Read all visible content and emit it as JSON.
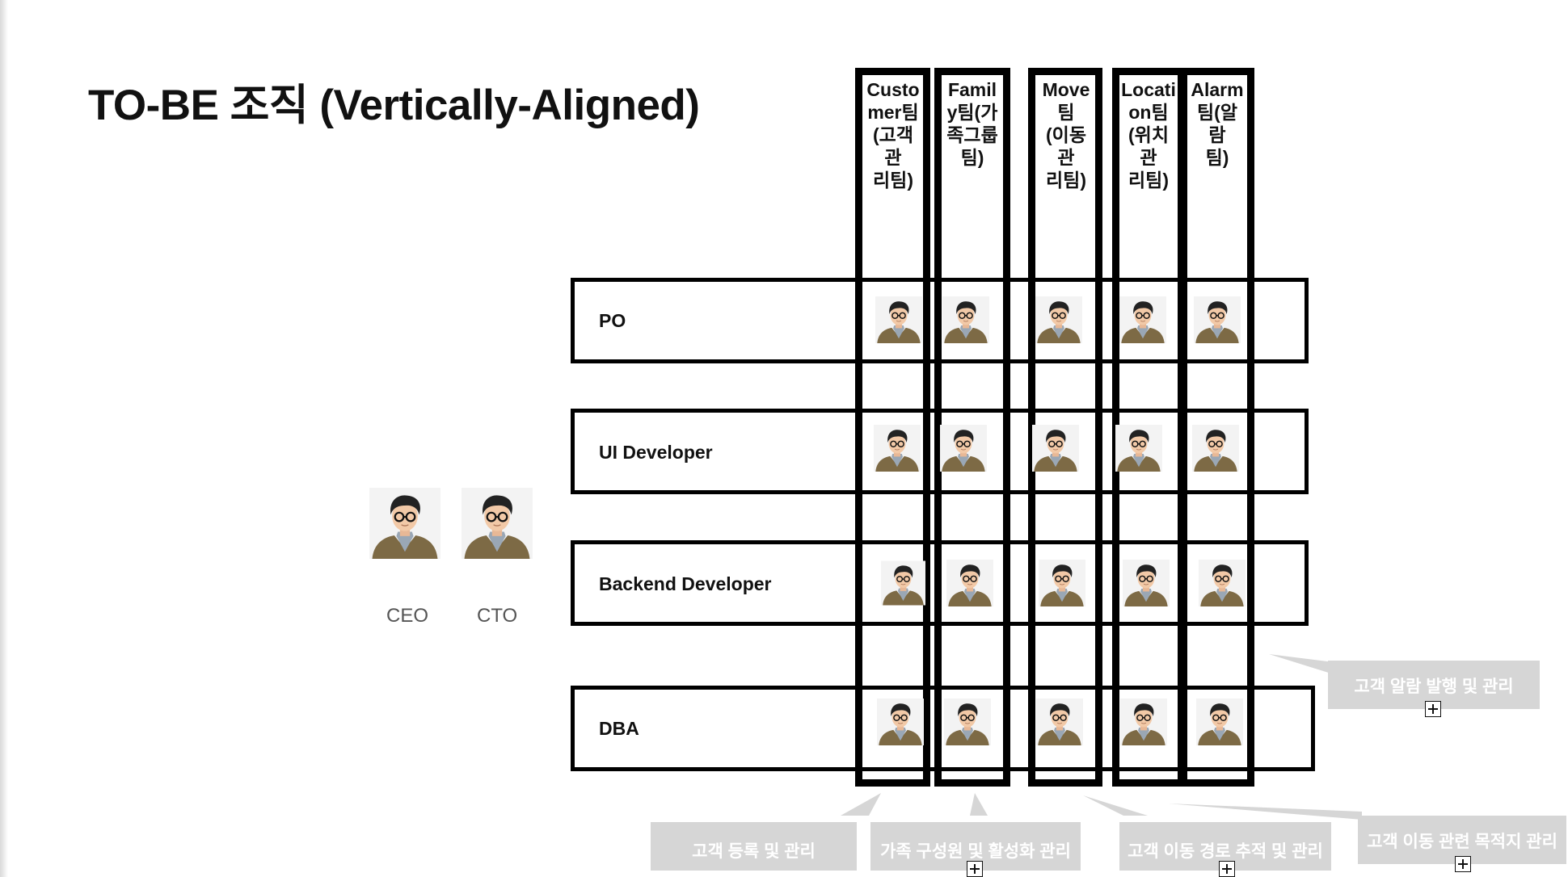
{
  "title": "TO-BE 조직 (Vertically-Aligned)",
  "rows": [
    {
      "label": "PO"
    },
    {
      "label": "UI Developer"
    },
    {
      "label": "Backend Developer"
    },
    {
      "label": "DBA"
    }
  ],
  "teams": [
    {
      "label": "Custo\nmer팀\n(고객관\n리팀)"
    },
    {
      "label": "Famil\ny팀(가\n족그룹\n팀)"
    },
    {
      "label": "Move\n팀\n(이동관\n리팀)"
    },
    {
      "label": "Locati\non팀\n(위치관\n리팀)"
    },
    {
      "label": "Alarm\n팀(알람\n팀)"
    }
  ],
  "executives": [
    {
      "label": "CEO"
    },
    {
      "label": "CTO"
    }
  ],
  "callouts": [
    {
      "text": "고객 알람 발행 및 관리",
      "has_plus": true
    },
    {
      "text": "고객 등록 및 관리",
      "has_plus": false
    },
    {
      "text": "가족 구성원 및 활성화 관리",
      "has_plus": true
    },
    {
      "text": "고객 이동 경로 추적 및 관리",
      "has_plus": true
    },
    {
      "text": "고객 이동 관련 목적지 관리",
      "has_plus": true
    }
  ],
  "colors": {
    "border": "#000000",
    "callout_bg": "#d6d6d6",
    "callout_text": "#ffffff",
    "avatar_hair": "#222222",
    "avatar_skin": "#f2c9a7",
    "avatar_jacket": "#7d6a45"
  }
}
